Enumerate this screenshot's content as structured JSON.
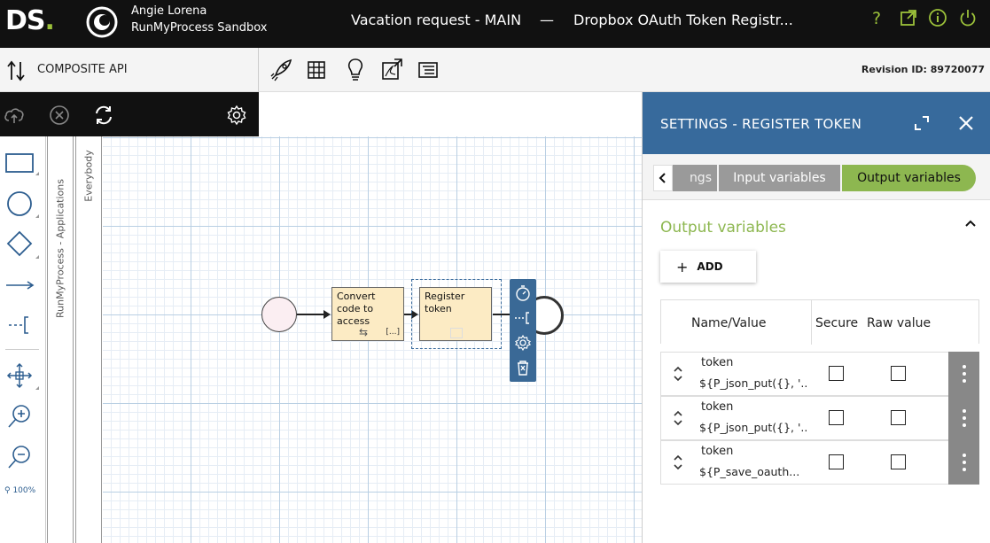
{
  "header": {
    "logo": "DS",
    "user_name": "Angie Lorena",
    "org_name": "RunMyProcess Sandbox",
    "project_title": "Vacation request - MAIN",
    "separator": "—",
    "process_title": "Dropbox OAuth Token Registr...",
    "icons": [
      "help-icon",
      "external-link-icon",
      "info-icon",
      "power-icon"
    ],
    "accent": "#9cc13a"
  },
  "toolbar": {
    "type_label": "COMPOSITE API",
    "buttons": [
      "rocket-icon",
      "table-icon",
      "lightbulb-icon",
      "pdf-export-icon",
      "list-icon"
    ],
    "revision": "Revision ID: 89720077"
  },
  "subbar": {
    "icons": [
      "cloud-icon",
      "cancel-icon",
      "refresh-icon",
      "settings-icon"
    ]
  },
  "palette": {
    "tools": [
      "task-rectangle-tool",
      "event-circle-tool",
      "gateway-diamond-tool",
      "sequence-flow-tool",
      "annotation-tool",
      "move-tool",
      "zoom-in-tool",
      "zoom-out-tool"
    ],
    "zoom": "100%"
  },
  "lanes": {
    "pool": "RunMyProcess - Applications",
    "role": "Everybody"
  },
  "diagram": {
    "task1": "Convert code to access",
    "task1_marker": "[...]",
    "task2": "Register token"
  },
  "panel": {
    "title": "SETTINGS  -  REGISTER TOKEN",
    "tabs": {
      "settings": "Settings",
      "settings_visible": "ngs",
      "input": "Input variables",
      "output": "Output variables"
    },
    "section_title": "Output variables",
    "add_label": "ADD",
    "columns": {
      "name_value": "Name/Value",
      "secure": "Secure",
      "raw": "Raw value"
    },
    "rows": [
      {
        "name": "token",
        "value": "${P_json_put({}, '...",
        "secure": false,
        "raw": false
      },
      {
        "name": "token",
        "value": "${P_json_put({}, '...",
        "secure": false,
        "raw": false
      },
      {
        "name": "token",
        "value": "${P_save_oauth...",
        "secure": false,
        "raw": false
      }
    ],
    "header_color": "#376a9c",
    "active_tab_color": "#8db750"
  }
}
